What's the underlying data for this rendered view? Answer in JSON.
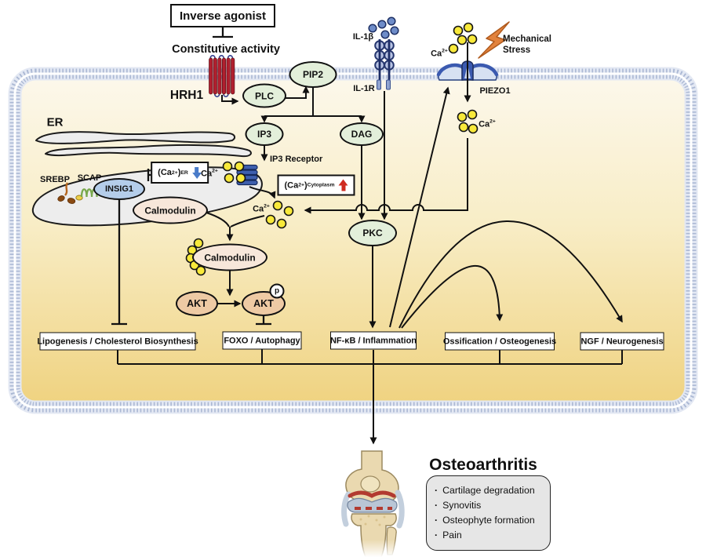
{
  "top": {
    "inverse_agonist": "Inverse agonist",
    "constitutive_activity": "Constitutive activity",
    "receptor": "HRH1"
  },
  "messengers": {
    "plc": "PLC",
    "pip2": "PIP2",
    "ip3": "IP3",
    "dag": "DAG",
    "pkc": "PKC",
    "calmodulin": "Calmodulin",
    "akt": "AKT",
    "phospho": "p",
    "ip3_receptor": "IP3 Receptor"
  },
  "er": {
    "label": "ER",
    "srebp": "SREBP",
    "scap": "SCAP",
    "insig1": "INSIG1"
  },
  "ion": {
    "base": "Ca",
    "sup": "2+"
  },
  "ca_er_box": {
    "open": "(Ca",
    "sup": "2+",
    "close": ")",
    "tag": "ER"
  },
  "ca_cyto_box": {
    "open": "(Ca",
    "sup": "2+",
    "close": ")",
    "tag": "Cytoplasm"
  },
  "stimuli": {
    "il1b": "IL-1β",
    "il1r": "IL-1R",
    "piezo1": "PIEZO1",
    "mechanical_line1": "Mechanical",
    "mechanical_line2": "Stress"
  },
  "outcomes": {
    "lipogenesis": "Lipogenesis / Cholesterol Biosynthesis",
    "foxo": "FOXO / Autophagy",
    "nfkb": "NF-κB / Inflammation",
    "ossification": "Ossification / Osteogenesis",
    "ngf": "NGF / Neurogenesis"
  },
  "disease": {
    "title": "Osteoarthritis",
    "bullet": "·",
    "items": [
      "Cartilage degradation",
      "Synovitis",
      "Osteophyte formation",
      "Pain"
    ]
  },
  "colors": {
    "node_green": "#e3efda",
    "node_pink": "#f7e7da",
    "node_tan": "#eecaa4",
    "node_blue": "#b4cdea",
    "ca_yellow": "#f8e93a",
    "il1_blue": "#6e8cc8",
    "helix_red": "#b01f2e",
    "piezo_blue": "#3b5ab0",
    "lightning_orange": "#e2823c",
    "membrane_dot": "#98a8ca",
    "cytoplasm_top": "#fcf8ec",
    "cytoplasm_bottom": "#efd27f",
    "er_gray": "#ededed",
    "list_box_gray": "#e6e6e6",
    "arrow_up_red": "#cf2b20",
    "arrow_down_blue": "#4a7cc9"
  }
}
